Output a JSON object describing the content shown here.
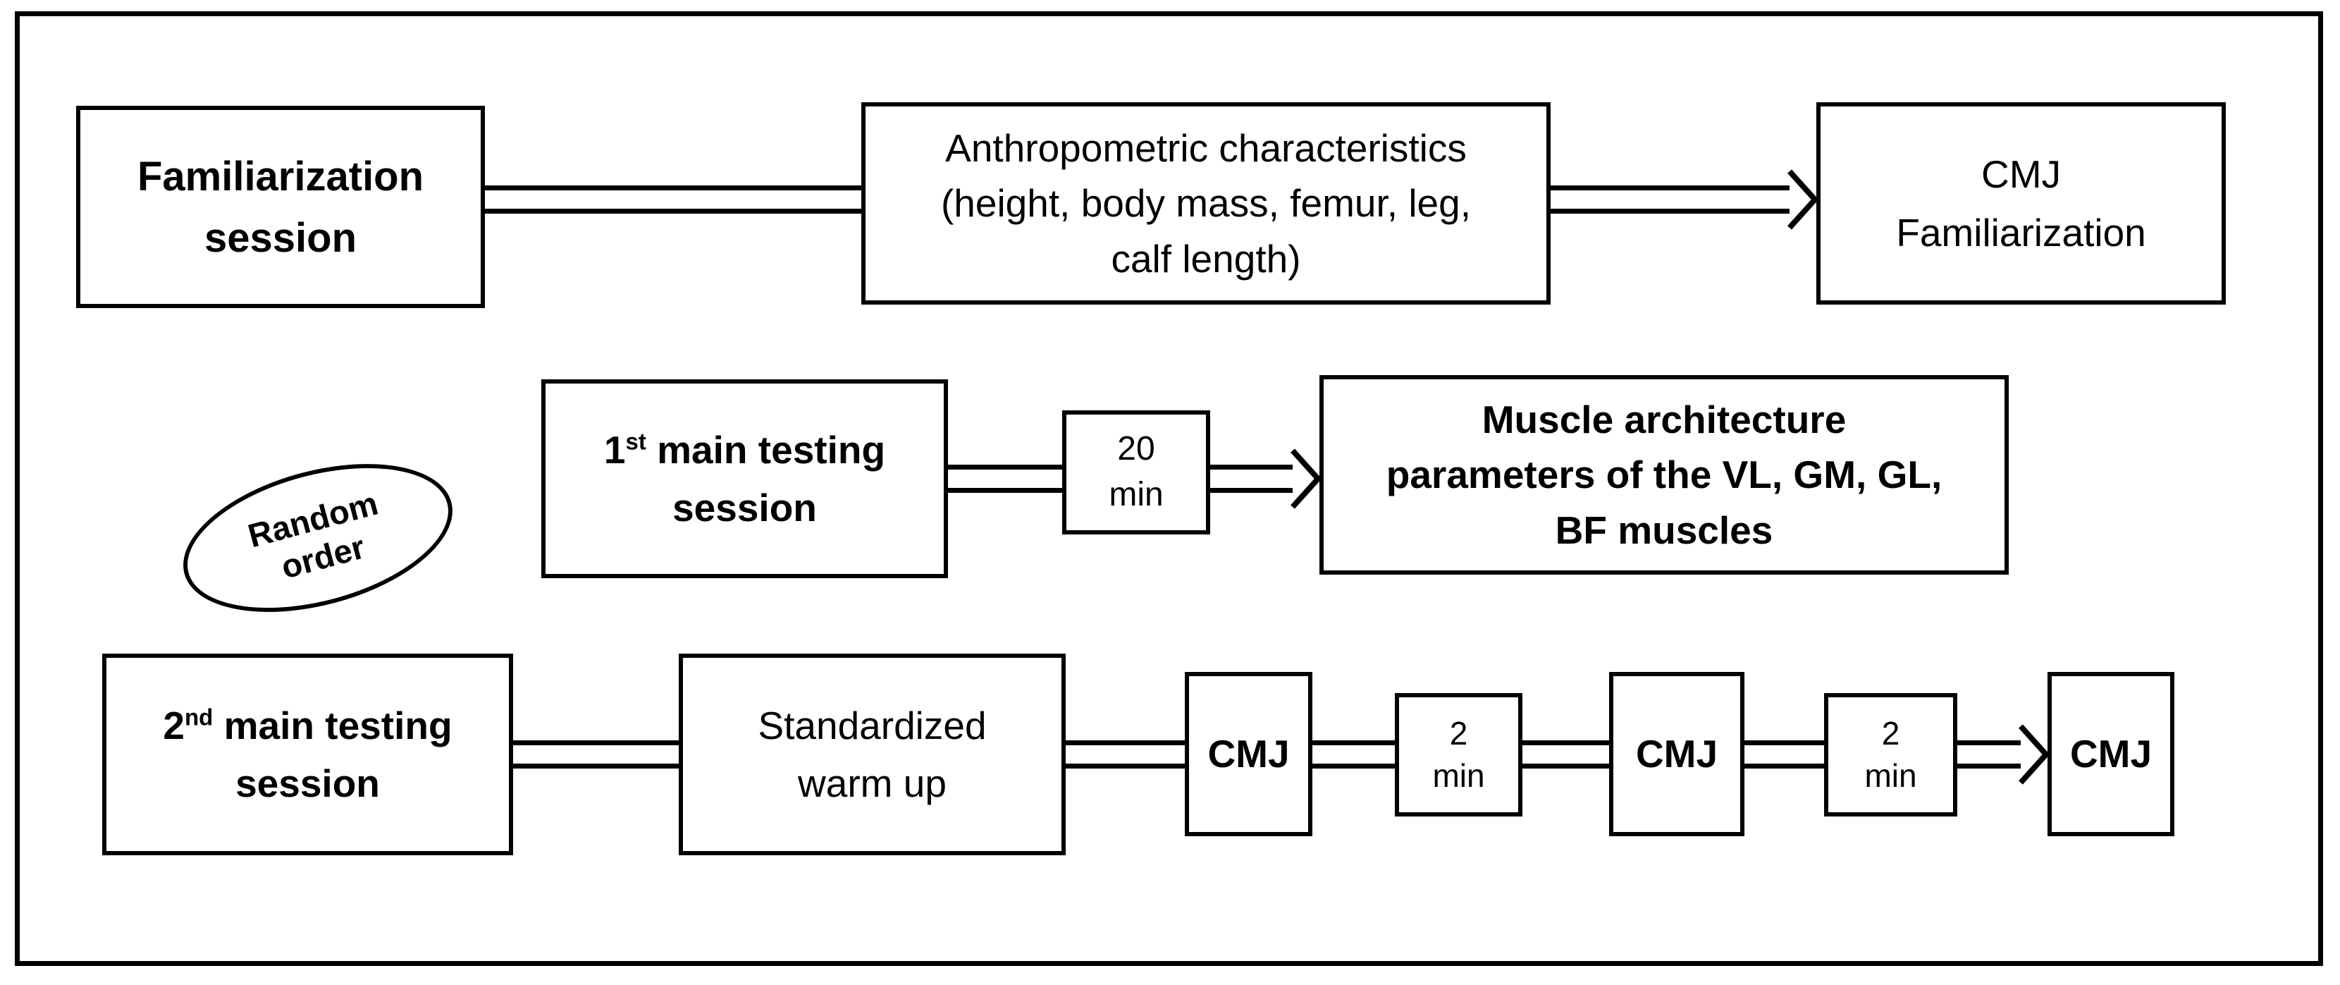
{
  "figure": {
    "colors": {
      "ink": "#000000",
      "background": "#ffffff"
    },
    "row1": {
      "familiarization_box": {
        "line1": "Familiarization",
        "line2": "session"
      },
      "anthropometric_box": {
        "line1": "Anthropometric characteristics",
        "line2": "(height, body mass, femur, leg,",
        "line3": "calf length)"
      },
      "cmj_familiarization_box": {
        "line1": "CMJ",
        "line2": "Familiarization"
      }
    },
    "row2": {
      "random_order_ellipse": {
        "line1": "Random",
        "line2": "order"
      },
      "first_main_session_box": {
        "ordinal": "1",
        "ordinal_suffix": "st",
        "line1_rest": " main testing",
        "line2": "session"
      },
      "rest_20min_box": {
        "line1": "20",
        "line2": "min"
      },
      "muscle_architecture_box": {
        "line1": "Muscle architecture",
        "line2": "parameters of the VL, GM, GL,",
        "line3": "BF muscles"
      }
    },
    "row3": {
      "second_main_session_box": {
        "ordinal": "2",
        "ordinal_suffix": "nd",
        "line1_rest": " main testing",
        "line2": "session"
      },
      "warmup_box": {
        "line1": "Standardized",
        "line2": "warm up"
      },
      "cmj_box_1": {
        "label": "CMJ"
      },
      "rest_2min_box_1": {
        "line1": "2",
        "line2": "min"
      },
      "cmj_box_2": {
        "label": "CMJ"
      },
      "rest_2min_box_2": {
        "line1": "2",
        "line2": "min"
      },
      "cmj_box_3": {
        "label": "CMJ"
      }
    }
  }
}
